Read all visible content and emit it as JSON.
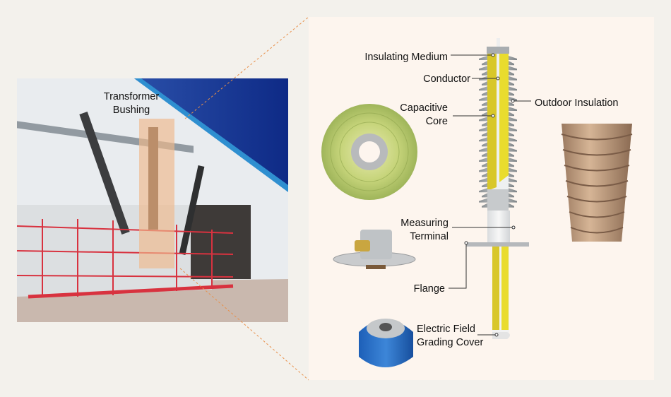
{
  "photo": {
    "label_line1": "Transformer",
    "label_line2": "Bushing"
  },
  "diagram": {
    "insulating_medium": "Insulating Medium",
    "conductor": "Conductor",
    "capacitive_core_line1": "Capacitive",
    "capacitive_core_line2": "Core",
    "outdoor_insulation": "Outdoor Insulation",
    "measuring_terminal_line1": "Measuring",
    "measuring_terminal_line2": "Terminal",
    "flange": "Flange",
    "grading_cover_line1": "Electric Field",
    "grading_cover_line2": "Grading Cover"
  },
  "colors": {
    "background": "#f3f1ec",
    "panel": "#fdf5ee",
    "highlight": "#f0b88a",
    "yellow": "#e6d21e",
    "leader": "#333333",
    "dashed": "#e8904a"
  }
}
